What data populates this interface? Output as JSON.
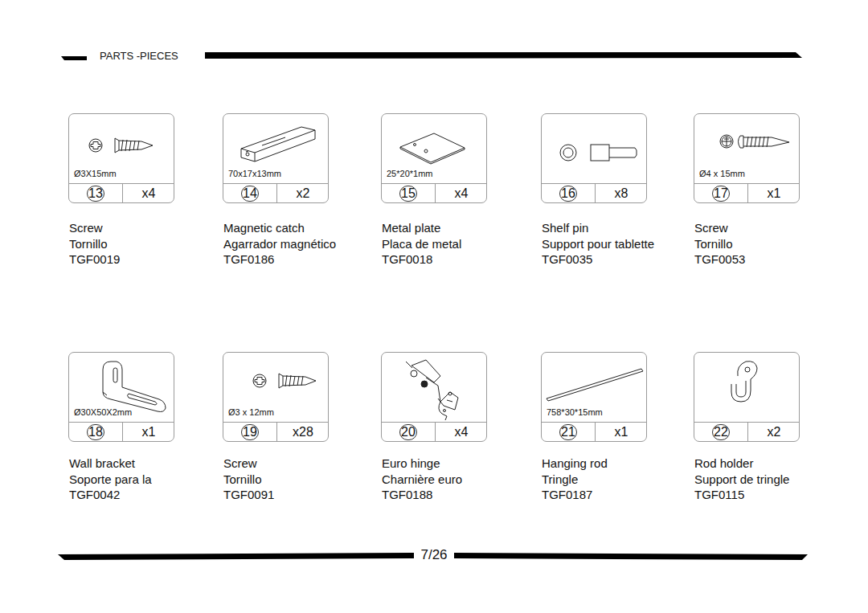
{
  "diagram": {
    "title": "PARTS -PIECES",
    "nodes": [
      {
        "text": [
          "Ø3X15mm",
          "13",
          "x4",
          "Screw",
          "Tornillo",
          "TGF0019"
        ]
      },
      {
        "text": [
          "70x17x13mm",
          "14",
          "x2",
          "Magnetic catch",
          "Agarrador magnético",
          "TGF0186"
        ]
      },
      {
        "text": [
          "25*20*1mm",
          "15",
          "x4",
          "Metal plate",
          "Placa de metal",
          "TGF0018"
        ]
      },
      {
        "text": [
          "16",
          "x8",
          "Shelf pin",
          "Support pour tablette",
          "TGF0035"
        ]
      },
      {
        "text": [
          "Ø4 x 15mm",
          "17",
          "x1",
          "Screw",
          "Tornillo",
          "TGF0053"
        ]
      },
      {
        "text": [
          "Ø30X50X2mm",
          "18",
          "x1",
          "Wall bracket",
          "Soporte para la",
          "TGF0042"
        ]
      },
      {
        "text": [
          "Ø3 x 12mm",
          "19",
          "x28",
          "Screw",
          "Tornillo",
          "TGF0091"
        ]
      },
      {
        "text": [
          "20",
          "x4",
          "Euro hinge",
          "Charnière euro",
          "TGF0188"
        ]
      },
      {
        "text": [
          "758*30*15mm",
          "21",
          "x1",
          "Hanging rod",
          "Tringle",
          "TGF0187"
        ]
      },
      {
        "text": [
          "22",
          "x2",
          "Rod holder",
          "Support de tringle",
          "TGF0115"
        ]
      }
    ],
    "labels": [
      "7/26"
    ]
  }
}
